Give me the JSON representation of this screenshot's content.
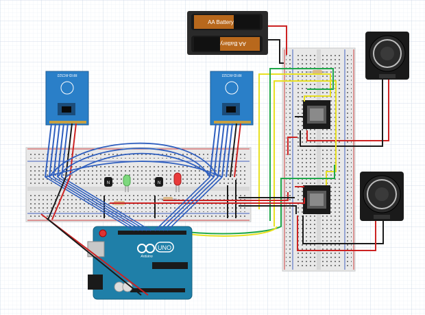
{
  "colors": {
    "grid_major": "#c9d6e6",
    "grid_minor": "#e6edf5",
    "breadboard": "#e8e8e8",
    "rfid_board": "#2a7fc8",
    "arduino": "#1f7fa8",
    "wire_blue": "#2f5fbf",
    "wire_red": "#cc2222",
    "wire_black": "#1a1a1a",
    "wire_green": "#1fa84a",
    "wire_yellow": "#e8e020",
    "led_green": "#7ed87e",
    "led_red": "#e83a3a"
  },
  "battery": {
    "cell_top_label": "AA Battery",
    "cell_bottom_label": "AA Battery"
  },
  "rfid_left": {
    "label": "RFID-RC522"
  },
  "rfid_right": {
    "label": "RFID-RC522"
  },
  "arduino": {
    "model": "UNO",
    "brand": "Arduino"
  },
  "components": {
    "transistor_left": "N",
    "transistor_right": "N"
  }
}
